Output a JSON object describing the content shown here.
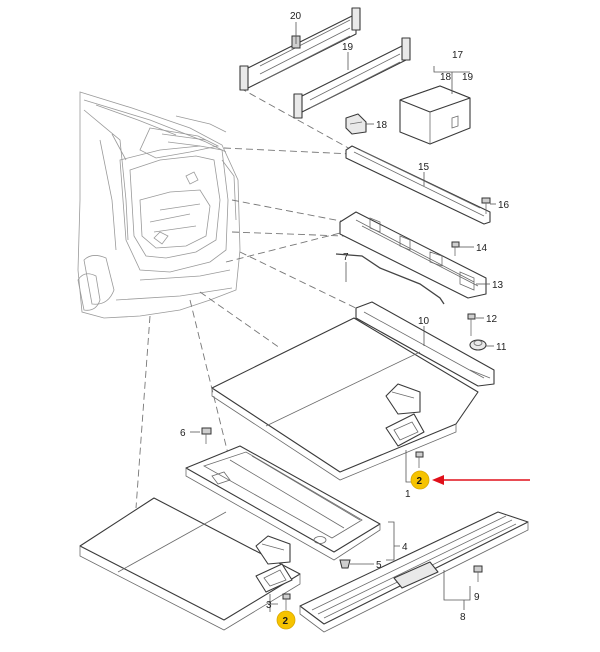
{
  "colors": {
    "highlight_badge": "#f6c300",
    "arrow": "#e0101a",
    "line": "#3a3a3a"
  },
  "callouts": {
    "n20": "20",
    "n19": "19",
    "n17": "17",
    "n18_group": "18",
    "n19_group": "19",
    "n18": "18",
    "n15": "15",
    "n16": "16",
    "n14": "14",
    "n13": "13",
    "n7": "7",
    "n12": "12",
    "n11": "11",
    "n10": "10",
    "n6": "6",
    "n1": "1",
    "n2_upper": "2",
    "n4": "4",
    "n5": "5",
    "n9": "9",
    "n8": "8",
    "n3": "3",
    "n2_lower": "2"
  }
}
